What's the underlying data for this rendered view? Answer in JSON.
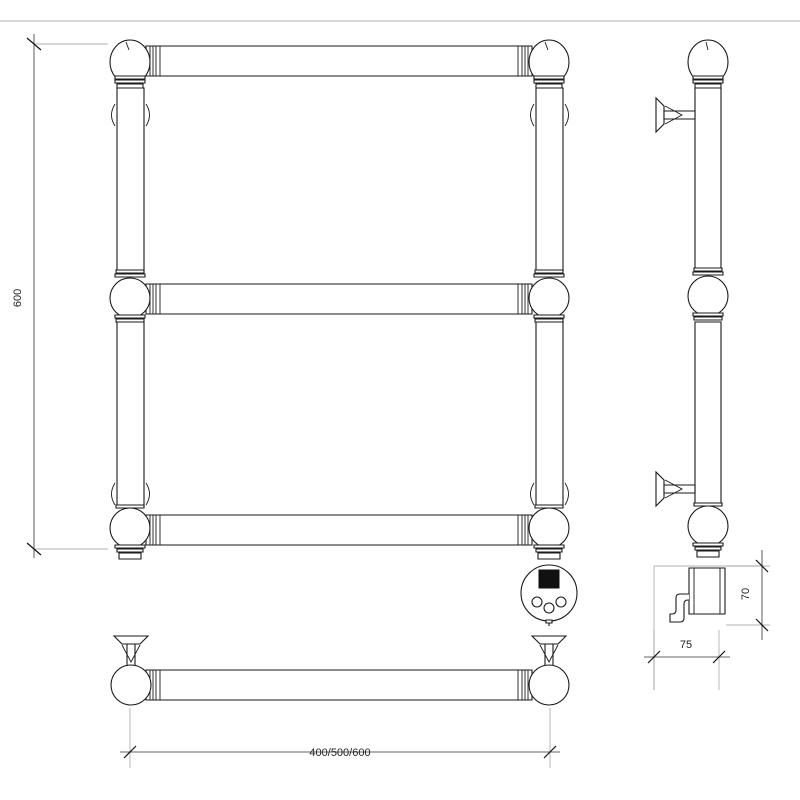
{
  "dimensions": {
    "height": "600",
    "width": "400/500/600",
    "element_height": "70",
    "element_depth": "75"
  }
}
